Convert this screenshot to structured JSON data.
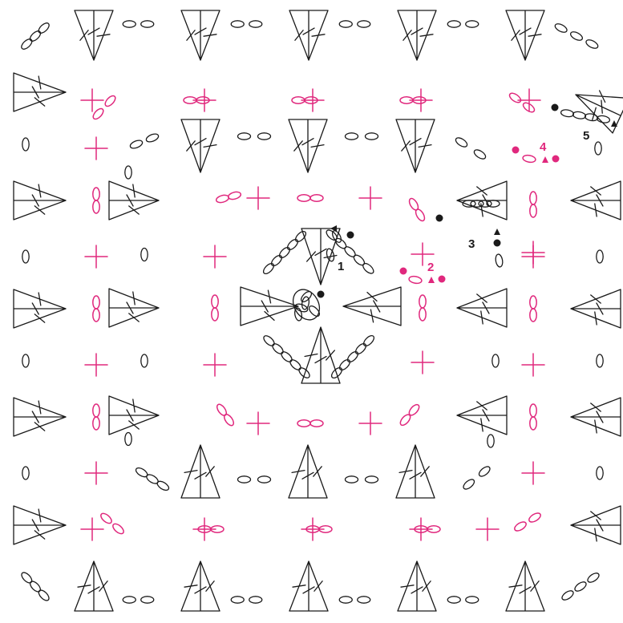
{
  "colors": {
    "odd_rounds": "#1a1a1a",
    "even_rounds": "#e0287d"
  },
  "rounds": [
    {
      "label": "1",
      "color": "#1a1a1a"
    },
    {
      "label": "2",
      "color": "#e0287d"
    },
    {
      "label": "3",
      "color": "#1a1a1a"
    },
    {
      "label": "4",
      "color": "#e0287d"
    },
    {
      "label": "5",
      "color": "#1a1a1a"
    }
  ],
  "symbols": [
    "chain",
    "single-crochet",
    "treble-cluster",
    "slip-stitch",
    "start-marker",
    "end-marker"
  ]
}
